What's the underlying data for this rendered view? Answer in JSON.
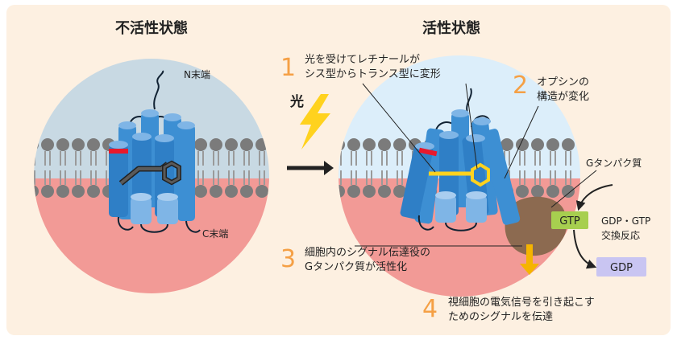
{
  "left_panel": {
    "title": "不活性状態",
    "n_term": "N末端",
    "c_term": "C末端"
  },
  "light": {
    "label": "光"
  },
  "right_panel": {
    "title": "活性状態",
    "steps": [
      {
        "number": "1",
        "lines": [
          "光を受けてレチナールが",
          "シス型からトランス型に変形"
        ]
      },
      {
        "number": "2",
        "lines": [
          "オプシンの",
          "構造が変化"
        ]
      },
      {
        "number": "3",
        "lines": [
          "細胞内のシグナル伝達役の",
          "Gタンパク質が活性化"
        ]
      },
      {
        "number": "4",
        "lines": [
          "視細胞の電気信号を引き起こす",
          "ためのシグナルを伝達"
        ]
      }
    ],
    "g_protein_label": "Gタンパク質",
    "gtp": "GTP",
    "gdp": "GDP",
    "exchange_lines": [
      "GDP・GTP",
      "交換反応"
    ]
  },
  "colors": {
    "background": "#fdf0e1",
    "extracellular": "#c8d9e3",
    "extracellular_active": "#dceefa",
    "intracellular": "#f29a96",
    "helix": "#3d8fd3",
    "helix_light": "#7fb5e6",
    "retinal_inactive": "#5a5a5a",
    "retinal_active": "#ffd21e",
    "red_band": "#e8192c",
    "step_number": "#f5a045",
    "bolt": "#ffd21e",
    "g_protein": "#8c6a50",
    "gtp_box": "#a7cf4f",
    "gdp_box": "#c9c5f2",
    "arrow_down": "#f5b400"
  }
}
